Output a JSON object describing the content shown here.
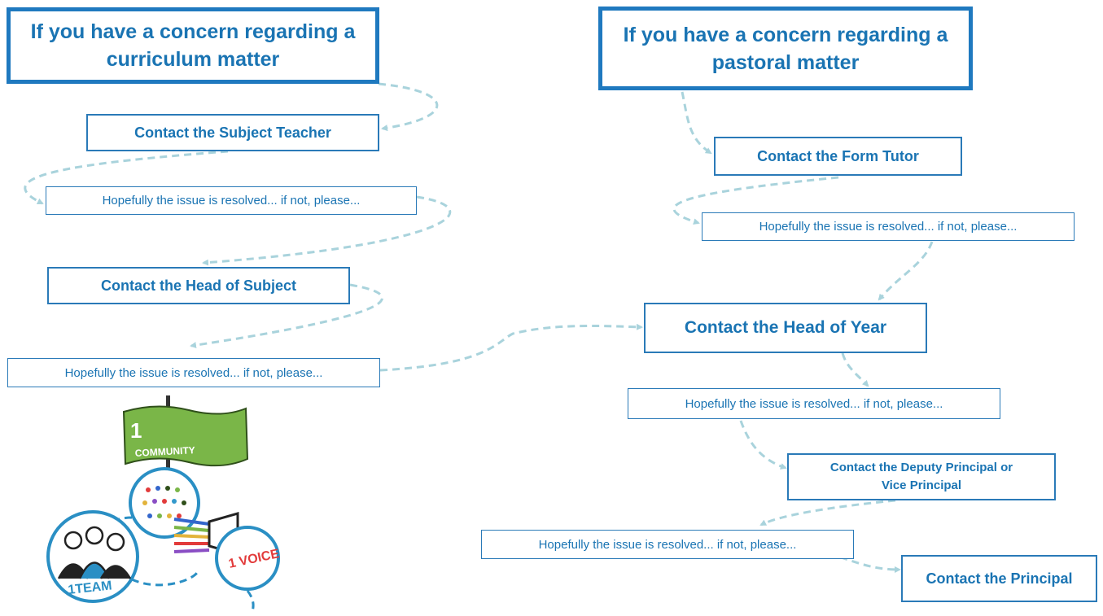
{
  "curriculum": {
    "title": "If you have a concern regarding a curriculum matter",
    "step1": "Contact the Subject Teacher",
    "note1": "Hopefully the issue is resolved... if not, please...",
    "step2": "Contact the Head of Subject",
    "note2": "Hopefully the issue is resolved... if not, please..."
  },
  "pastoral": {
    "title": "If you have a concern regarding a pastoral matter",
    "step1": "Contact the Form Tutor",
    "note1": "Hopefully the issue is resolved... if not, please...",
    "step2": "Contact the Head of Year",
    "note2": "Hopefully the issue is resolved... if not, please...",
    "step3": "Contact the Deputy Principal or Vice Principal",
    "note3": "Hopefully the issue is resolved... if not, please...",
    "step4": "Contact the Principal"
  },
  "logo": {
    "flag_number": "1",
    "flag_text": "COMMUNITY",
    "team_text": "1TEAM",
    "voice_text": "1 VOICE"
  },
  "colors": {
    "box_border": "#2a7ab8",
    "text": "#1a74b3",
    "arrow": "#a9d3dc",
    "flag_green": "#7ab648"
  }
}
